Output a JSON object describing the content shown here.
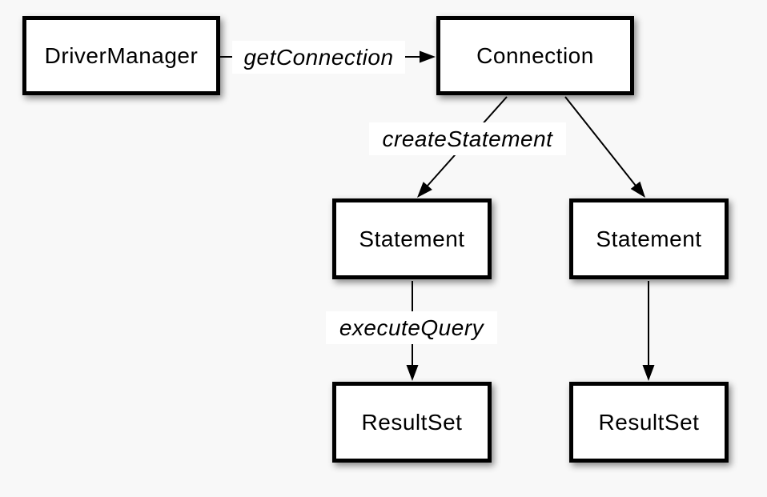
{
  "diagram": {
    "description": "JDBC object flow diagram",
    "colors": {
      "background": "#f8f8f8",
      "node_fill": "#ffffff",
      "node_border": "#000000",
      "edge_stroke": "#000000",
      "text": "#000000",
      "label_background": "#ffffff"
    },
    "nodes": [
      {
        "id": "driver-manager",
        "label": "DriverManager"
      },
      {
        "id": "connection",
        "label": "Connection"
      },
      {
        "id": "statement-left",
        "label": "Statement"
      },
      {
        "id": "statement-right",
        "label": "Statement"
      },
      {
        "id": "resultset-left",
        "label": "ResultSet"
      },
      {
        "id": "resultset-right",
        "label": "ResultSet"
      }
    ],
    "edges": [
      {
        "id": "get-connection",
        "label": "getConnection",
        "from": "DriverManager",
        "to": "Connection"
      },
      {
        "id": "create-statement",
        "label": "createStatement",
        "from": "Connection",
        "to": "Statement (left)"
      },
      {
        "id": "connection-statement",
        "label": "",
        "from": "Connection",
        "to": "Statement (right)"
      },
      {
        "id": "execute-query",
        "label": "executeQuery",
        "from": "Statement (left)",
        "to": "ResultSet (left)"
      },
      {
        "id": "statement-resultset",
        "label": "",
        "from": "Statement (right)",
        "to": "ResultSet (right)"
      }
    ]
  }
}
